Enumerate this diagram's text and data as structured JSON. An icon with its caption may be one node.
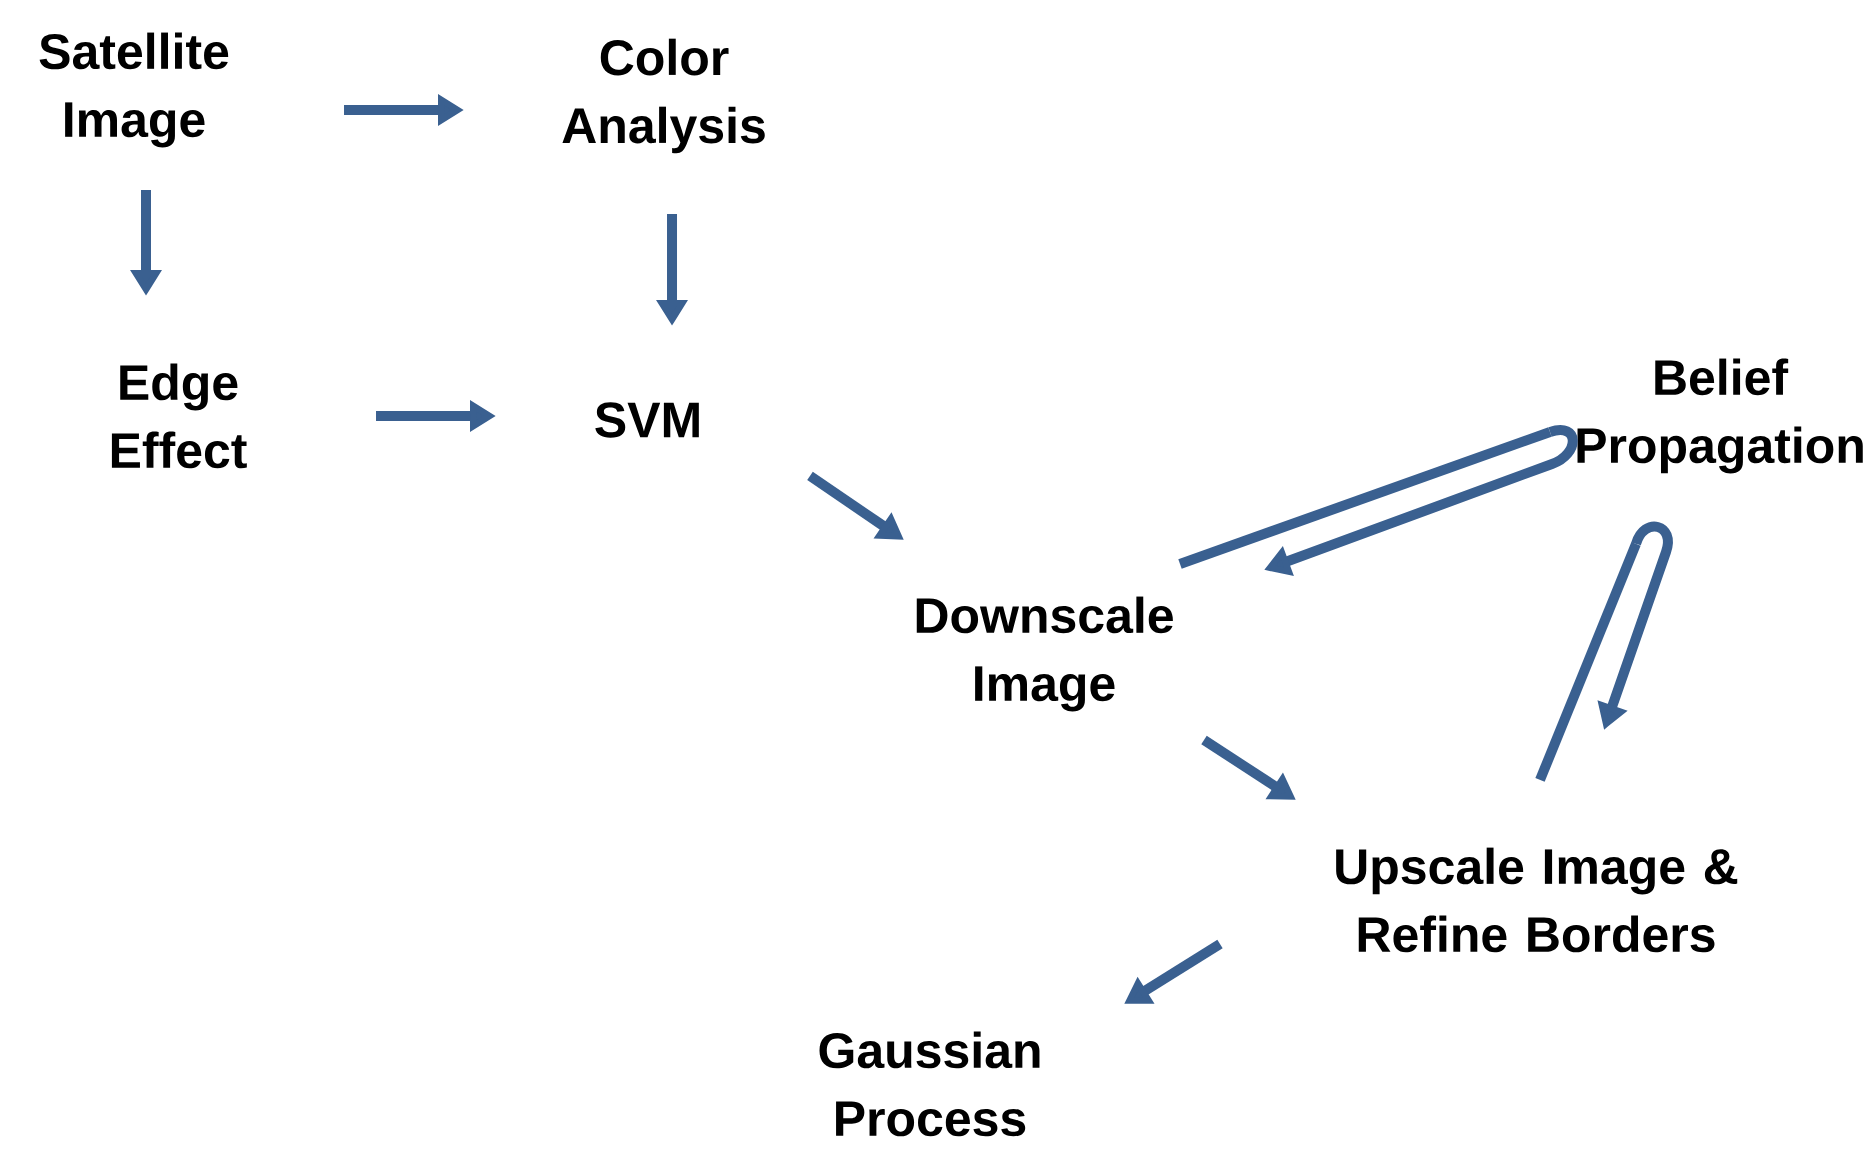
{
  "diagram": {
    "nodes": [
      {
        "text": [
          "Satellite Image"
        ]
      },
      {
        "text": [
          "Color Analysis"
        ]
      },
      {
        "text": [
          "Edge Effect"
        ]
      },
      {
        "text": [
          "SVM"
        ]
      },
      {
        "text": [
          "Belief Propagation"
        ]
      },
      {
        "text": [
          "Downscale Image"
        ]
      },
      {
        "text": [
          "Upscale Image & Refine Borders"
        ]
      },
      {
        "text": [
          "Gaussian Process"
        ]
      }
    ],
    "edges": [
      {
        "from": 0,
        "to": 1,
        "arrow": "to"
      },
      {
        "from": 0,
        "to": 2,
        "arrow": "to"
      },
      {
        "from": 1,
        "to": 3,
        "arrow": "to"
      },
      {
        "from": 2,
        "to": 3,
        "arrow": "to"
      },
      {
        "from": 3,
        "to": 5,
        "arrow": "to"
      },
      {
        "from": 5,
        "to": 4,
        "arrow": "none"
      },
      {
        "from": 4,
        "to": 5,
        "arrow": "to"
      },
      {
        "from": 5,
        "to": 6,
        "arrow": "to"
      },
      {
        "from": 6,
        "to": 4,
        "arrow": "none"
      },
      {
        "from": 4,
        "to": 6,
        "arrow": "to"
      },
      {
        "from": 6,
        "to": 7,
        "arrow": "to"
      }
    ]
  }
}
